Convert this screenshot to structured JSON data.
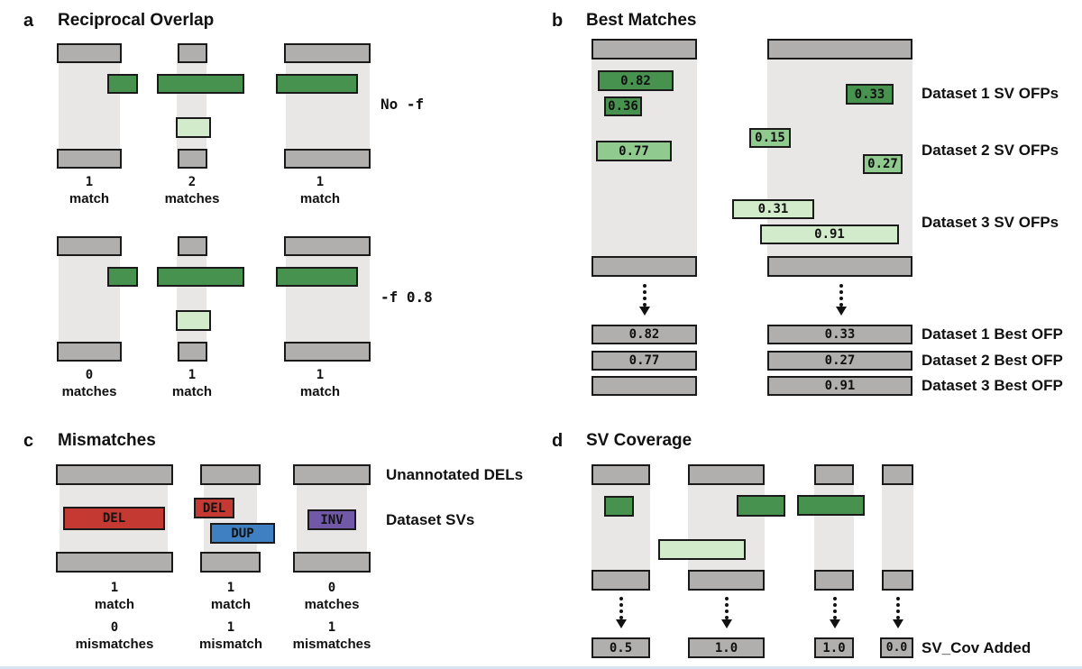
{
  "figure": {
    "panel_a": {
      "label": "a",
      "title": "Reciprocal Overlap",
      "row1": {
        "condition": "No -f",
        "cols": [
          {
            "n": "1",
            "w": "match"
          },
          {
            "n": "2",
            "w": "matches"
          },
          {
            "n": "1",
            "w": "match"
          }
        ]
      },
      "row2": {
        "condition": "-f 0.8",
        "cols": [
          {
            "n": "0",
            "w": "matches"
          },
          {
            "n": "1",
            "w": "match"
          },
          {
            "n": "1",
            "w": "match"
          }
        ]
      }
    },
    "panel_b": {
      "label": "b",
      "title": "Best Matches",
      "left_ofps": [
        {
          "v": "0.82",
          "tier": "dataset1"
        },
        {
          "v": "0.36",
          "tier": "dataset1"
        },
        {
          "v": "0.77",
          "tier": "dataset2"
        }
      ],
      "right_ofps": [
        {
          "v": "0.33",
          "tier": "dataset1"
        },
        {
          "v": "0.15",
          "tier": "dataset2"
        },
        {
          "v": "0.27",
          "tier": "dataset2"
        },
        {
          "v": "0.31",
          "tier": "dataset3"
        },
        {
          "v": "0.91",
          "tier": "dataset3"
        }
      ],
      "side_labels": [
        "Dataset 1 SV OFPs",
        "Dataset 2 SV OFPs",
        "Dataset 3 SV OFPs"
      ],
      "left_best": [
        "0.82",
        "0.77",
        ""
      ],
      "right_best": [
        "0.33",
        "0.27",
        "0.91"
      ],
      "best_labels": [
        "Dataset 1 Best OFP",
        "Dataset 2 Best OFP",
        "Dataset 3 Best OFP"
      ]
    },
    "panel_c": {
      "label": "c",
      "title": "Mismatches",
      "sv_types": {
        "del_wide": "DEL",
        "del_small": "DEL",
        "dup": "DUP",
        "inv": "INV"
      },
      "side_labels": [
        "Unannotated DELs",
        "Dataset SVs"
      ],
      "matches": [
        {
          "n": "1",
          "w": "match"
        },
        {
          "n": "1",
          "w": "match"
        },
        {
          "n": "0",
          "w": "matches"
        }
      ],
      "mismatches": [
        {
          "n": "0",
          "w": "mismatches"
        },
        {
          "n": "1",
          "w": "mismatch"
        },
        {
          "n": "1",
          "w": "mismatches"
        }
      ]
    },
    "panel_d": {
      "label": "d",
      "title": "SV Coverage",
      "coverage_values": [
        "0.5",
        "1.0",
        "1.0",
        "0.0"
      ],
      "side_label": "SV_Cov Added"
    },
    "colors": {
      "dark_green": "#47924f",
      "medium_green": "#90ca8f",
      "light_green": "#d2ebca",
      "gray_bar": "#b1afae",
      "band_gray": "#e9e7e6",
      "red_del": "#c43a32",
      "blue_dup": "#3e80c1",
      "purple_inv": "#7159a7"
    }
  }
}
